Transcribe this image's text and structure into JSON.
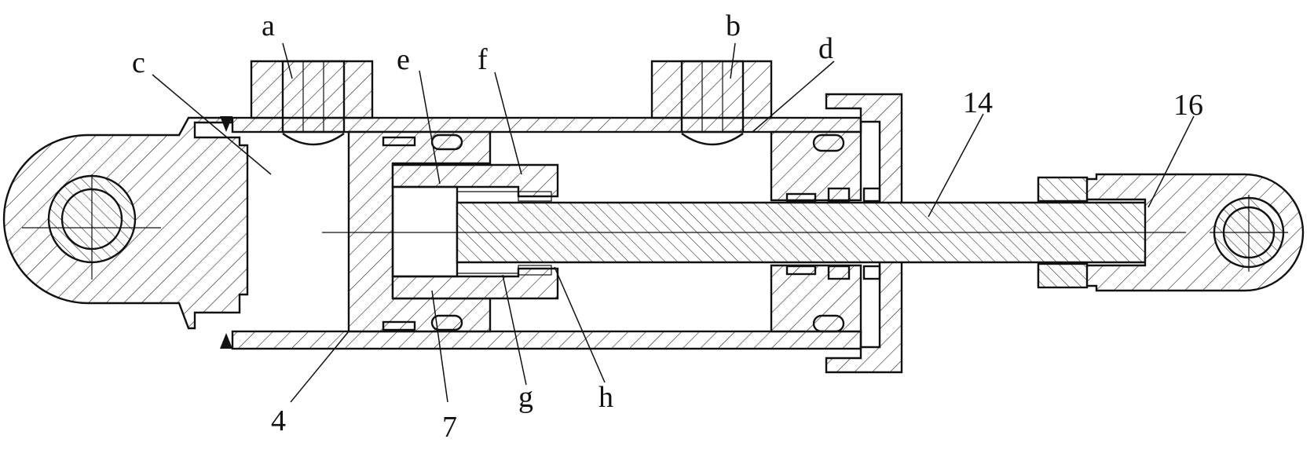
{
  "labels": {
    "a": "a",
    "b": "b",
    "c": "c",
    "d": "d",
    "e": "e",
    "f": "f",
    "g": "g",
    "h": "h",
    "n4": "4",
    "n7": "7",
    "n14": "14",
    "n16": "16"
  },
  "colors": {
    "line": "#111111",
    "background": "#ffffff",
    "oil_fill": "#f2ece0"
  }
}
